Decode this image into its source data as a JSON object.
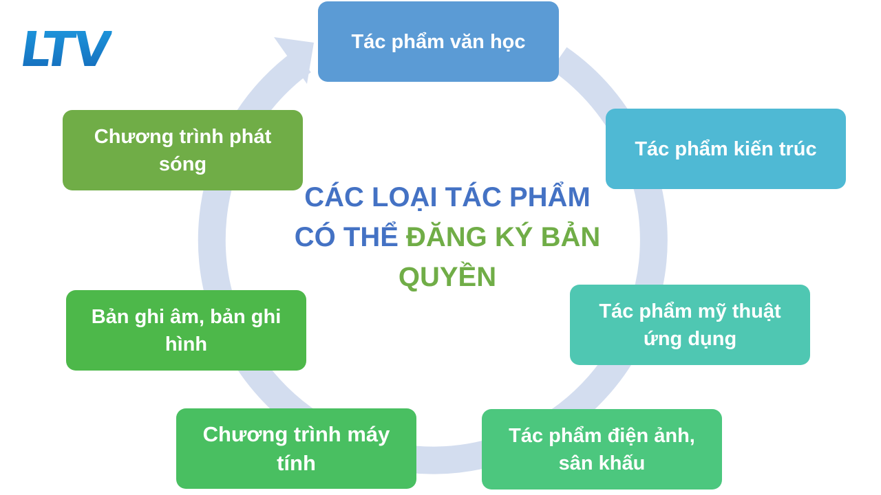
{
  "logo": {
    "text": "LTV",
    "colors": [
      "#1e9be0",
      "#1468b8"
    ]
  },
  "cycle": {
    "ring_color": "#d3ddef",
    "arrow": "clockwise"
  },
  "center": {
    "line1": "CÁC LOẠI TÁC PHẨM",
    "line2_part1": "CÓ THỂ ",
    "line2_part2": "ĐĂNG KÝ BẢN",
    "line3": "QUYỀN",
    "colors": {
      "primary": "#4472c4",
      "accent": "#70ad47"
    }
  },
  "nodes": [
    {
      "id": "van-hoc",
      "label": "Tác phẩm văn học",
      "color": "#5b9bd5"
    },
    {
      "id": "kien-truc",
      "label": "Tác phẩm kiến trúc",
      "color": "#4fb9d4"
    },
    {
      "id": "my-thuat",
      "label": "Tác phẩm mỹ thuật ứng dụng",
      "color": "#4fc7b2"
    },
    {
      "id": "dien-anh",
      "label": "Tác phẩm điện ảnh, sân khấu",
      "color": "#4cc77e"
    },
    {
      "id": "may-tinh",
      "label": "Chương trình máy tính",
      "color": "#49bf61"
    },
    {
      "id": "ghi-am",
      "label": "Bản ghi âm, bản ghi hình",
      "color": "#4db84a"
    },
    {
      "id": "phat-song",
      "label": "Chương trình phát sóng",
      "color": "#70ad47"
    }
  ]
}
